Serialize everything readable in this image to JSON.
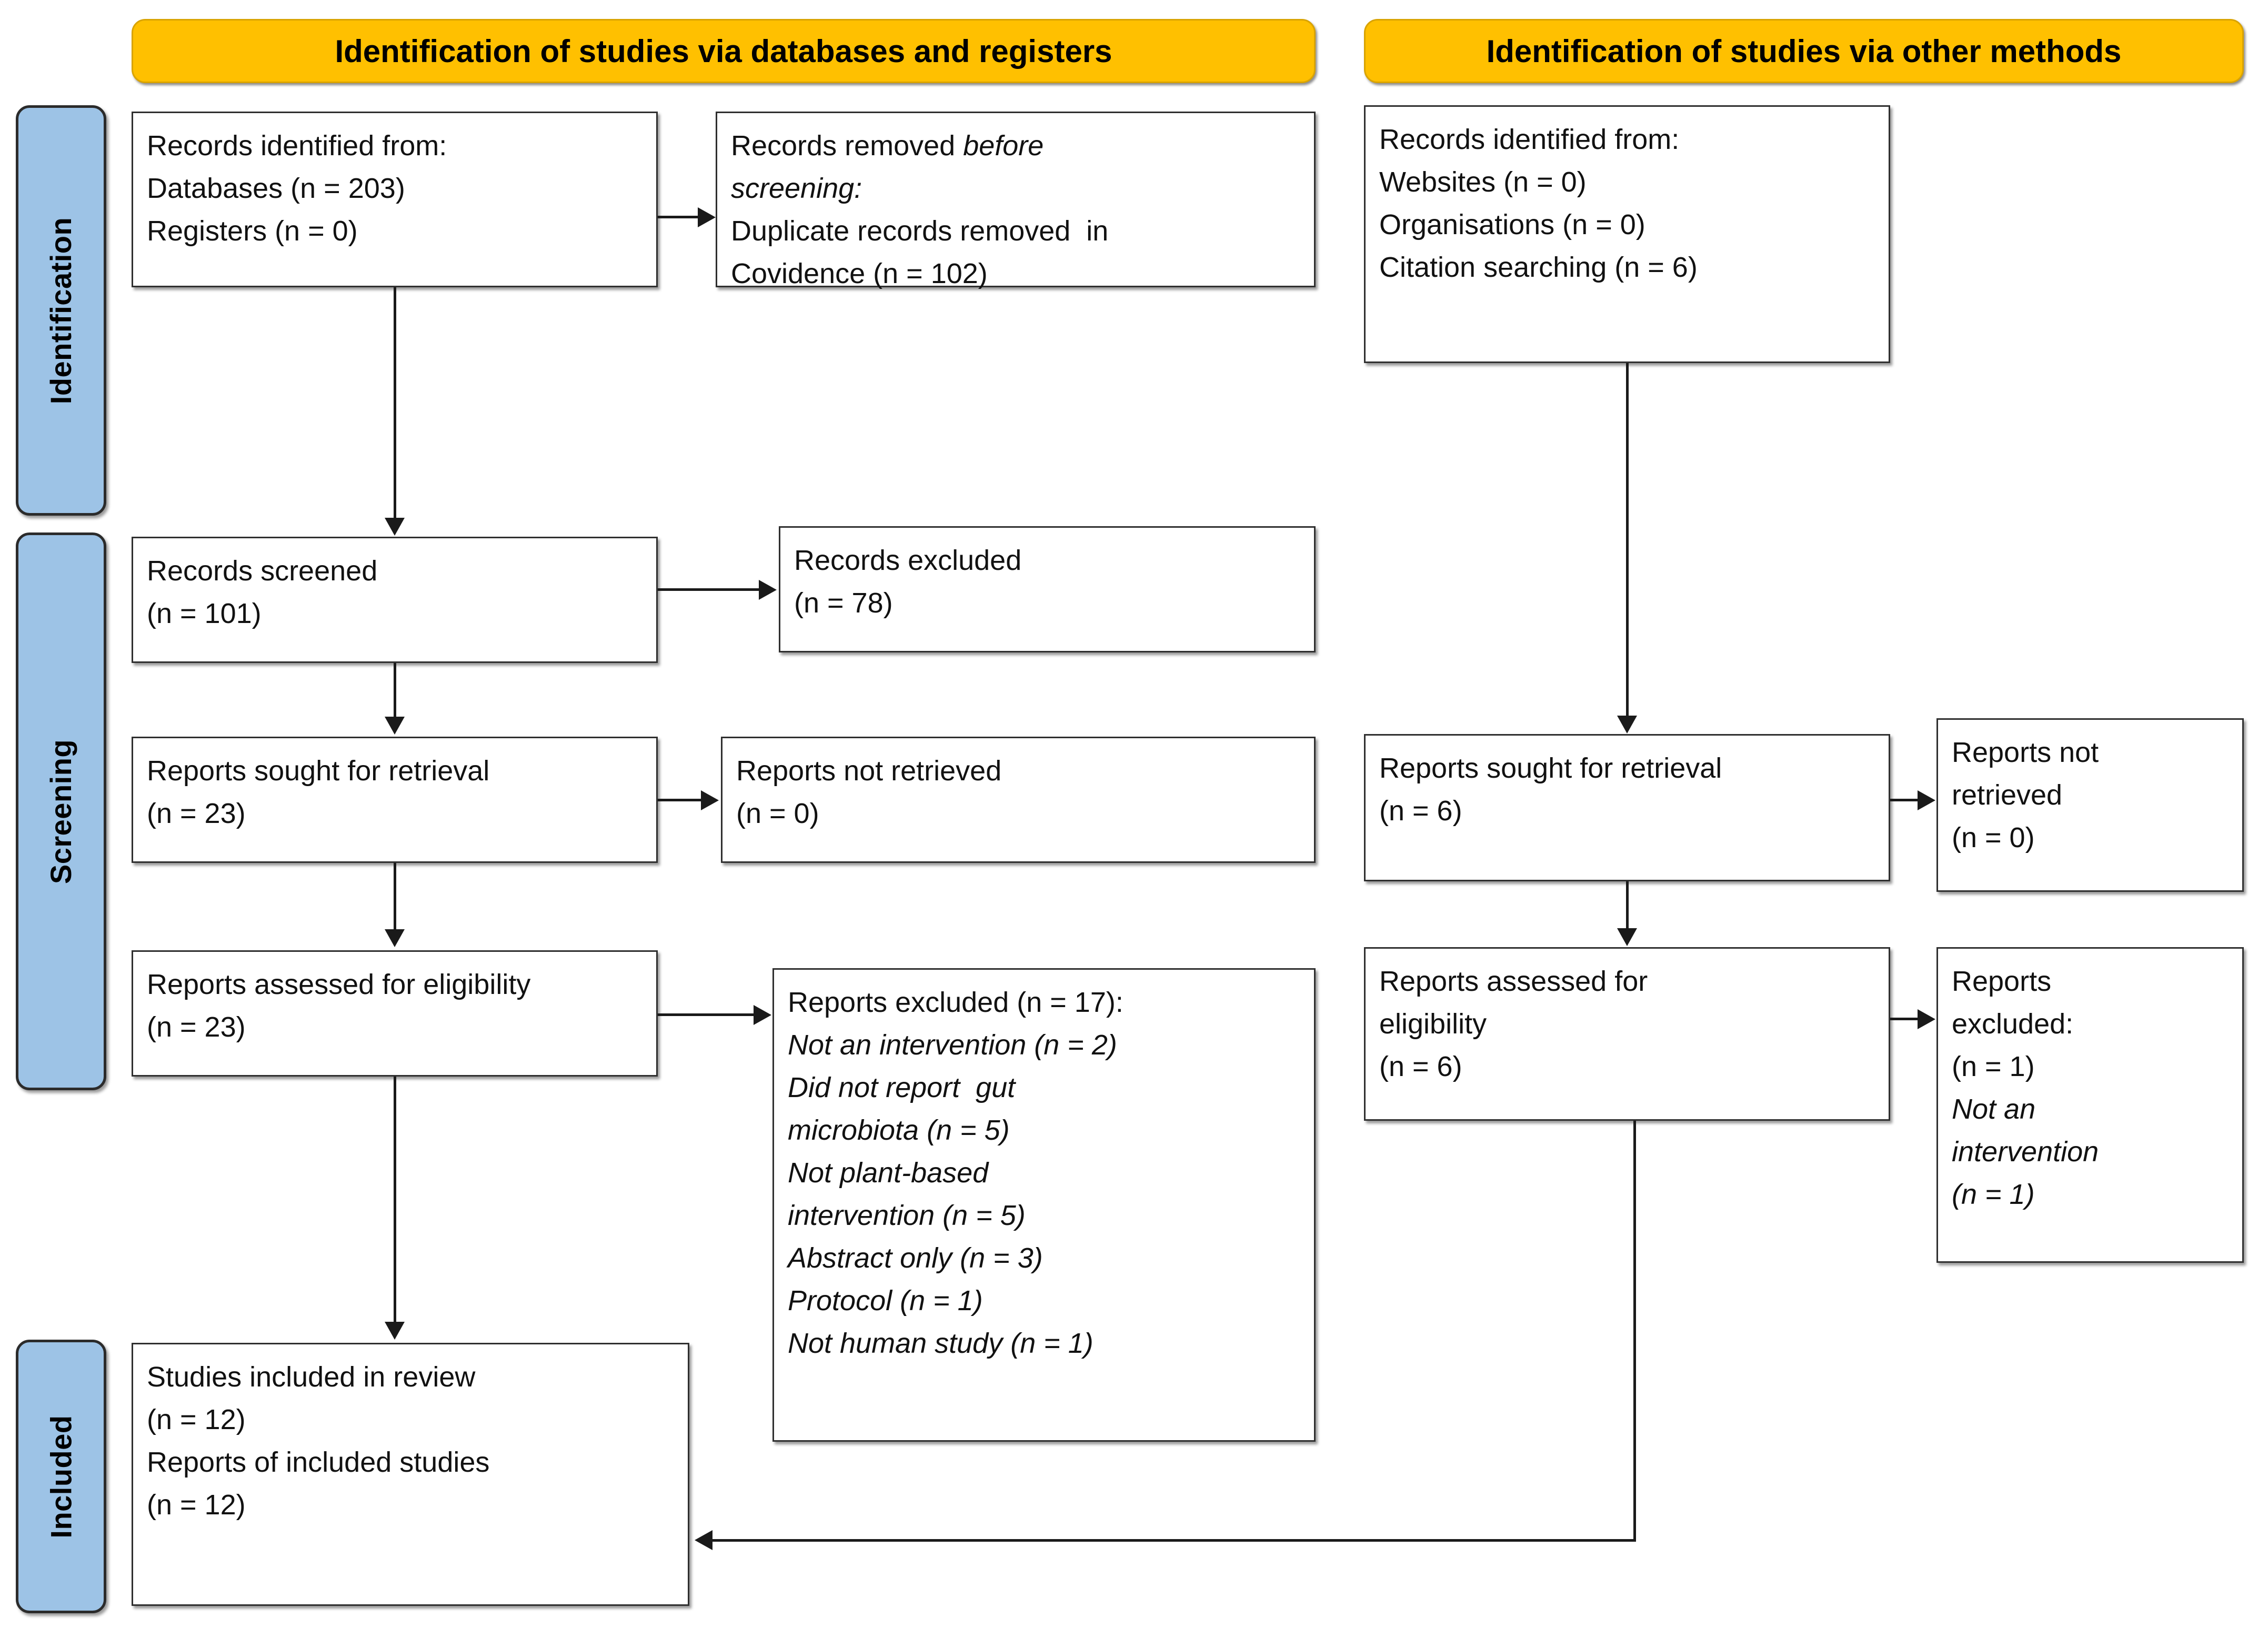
{
  "diagram": {
    "title": "PRISMA 2020 flow diagram",
    "colors": {
      "banner_fill": "#FFC000",
      "stage_fill": "#9DC3E6",
      "box_border": "#2F2F2F",
      "connector": "#1A1A1A",
      "text": "#111111"
    }
  },
  "banners": {
    "left": "Identification of studies via databases and registers",
    "right": "Identification of studies via other methods"
  },
  "stages": {
    "identification": "Identification",
    "screening": "Screening",
    "included": "Included"
  },
  "boxes": {
    "records_identified": {
      "lines": [
        "Records identified from:",
        "Databases (n = 203)",
        "Registers (n = 0)"
      ]
    },
    "records_removed": {
      "l1_roman": "Records removed ",
      "l1_italic": "before",
      "l2_italic": "screening:",
      "l3": "Duplicate records removed  in",
      "l4": "Covidence (n = 102)"
    },
    "records_screened": {
      "lines": [
        "Records screened",
        "(n = 101)"
      ]
    },
    "records_excluded": {
      "lines": [
        "Records excluded",
        "(n = 78)"
      ]
    },
    "reports_sought_left": {
      "lines": [
        "Reports sought for retrieval",
        "(n = 23)"
      ]
    },
    "reports_not_retrieved_left": {
      "lines": [
        "Reports not retrieved",
        "(n = 0)"
      ]
    },
    "reports_assessed_left": {
      "lines": [
        "Reports assessed for eligibility",
        "(n = 23)"
      ]
    },
    "reports_excluded_left": {
      "header": "Reports excluded (n = 17):",
      "reasons": [
        "Not an intervention (n = 2)",
        "Did not report  gut",
        "microbiota (n = 5)",
        "Not plant-based",
        "intervention (n = 5)",
        "Abstract only (n = 3)",
        "Protocol (n = 1)",
        "Not human study (n = 1)"
      ]
    },
    "studies_included": {
      "lines": [
        "Studies included in review",
        "(n = 12)",
        "Reports of included studies",
        "(n = 12)"
      ]
    },
    "records_identified_other": {
      "lines": [
        "Records identified from:",
        "Websites (n = 0)",
        "Organisations (n = 0)",
        "Citation searching (n = 6)"
      ]
    },
    "reports_sought_right": {
      "lines": [
        "Reports sought for retrieval",
        "(n = 6)"
      ]
    },
    "reports_not_retrieved_right": {
      "lines": [
        "Reports not",
        "retrieved",
        "(n = 0)"
      ]
    },
    "reports_assessed_right": {
      "lines": [
        "Reports assessed for",
        "eligibility",
        "(n = 6)"
      ]
    },
    "reports_excluded_right": {
      "header_lines": [
        "Reports",
        "excluded:",
        "(n = 1)"
      ],
      "reason_lines": [
        "Not an",
        "intervention",
        "(n = 1)"
      ]
    }
  }
}
